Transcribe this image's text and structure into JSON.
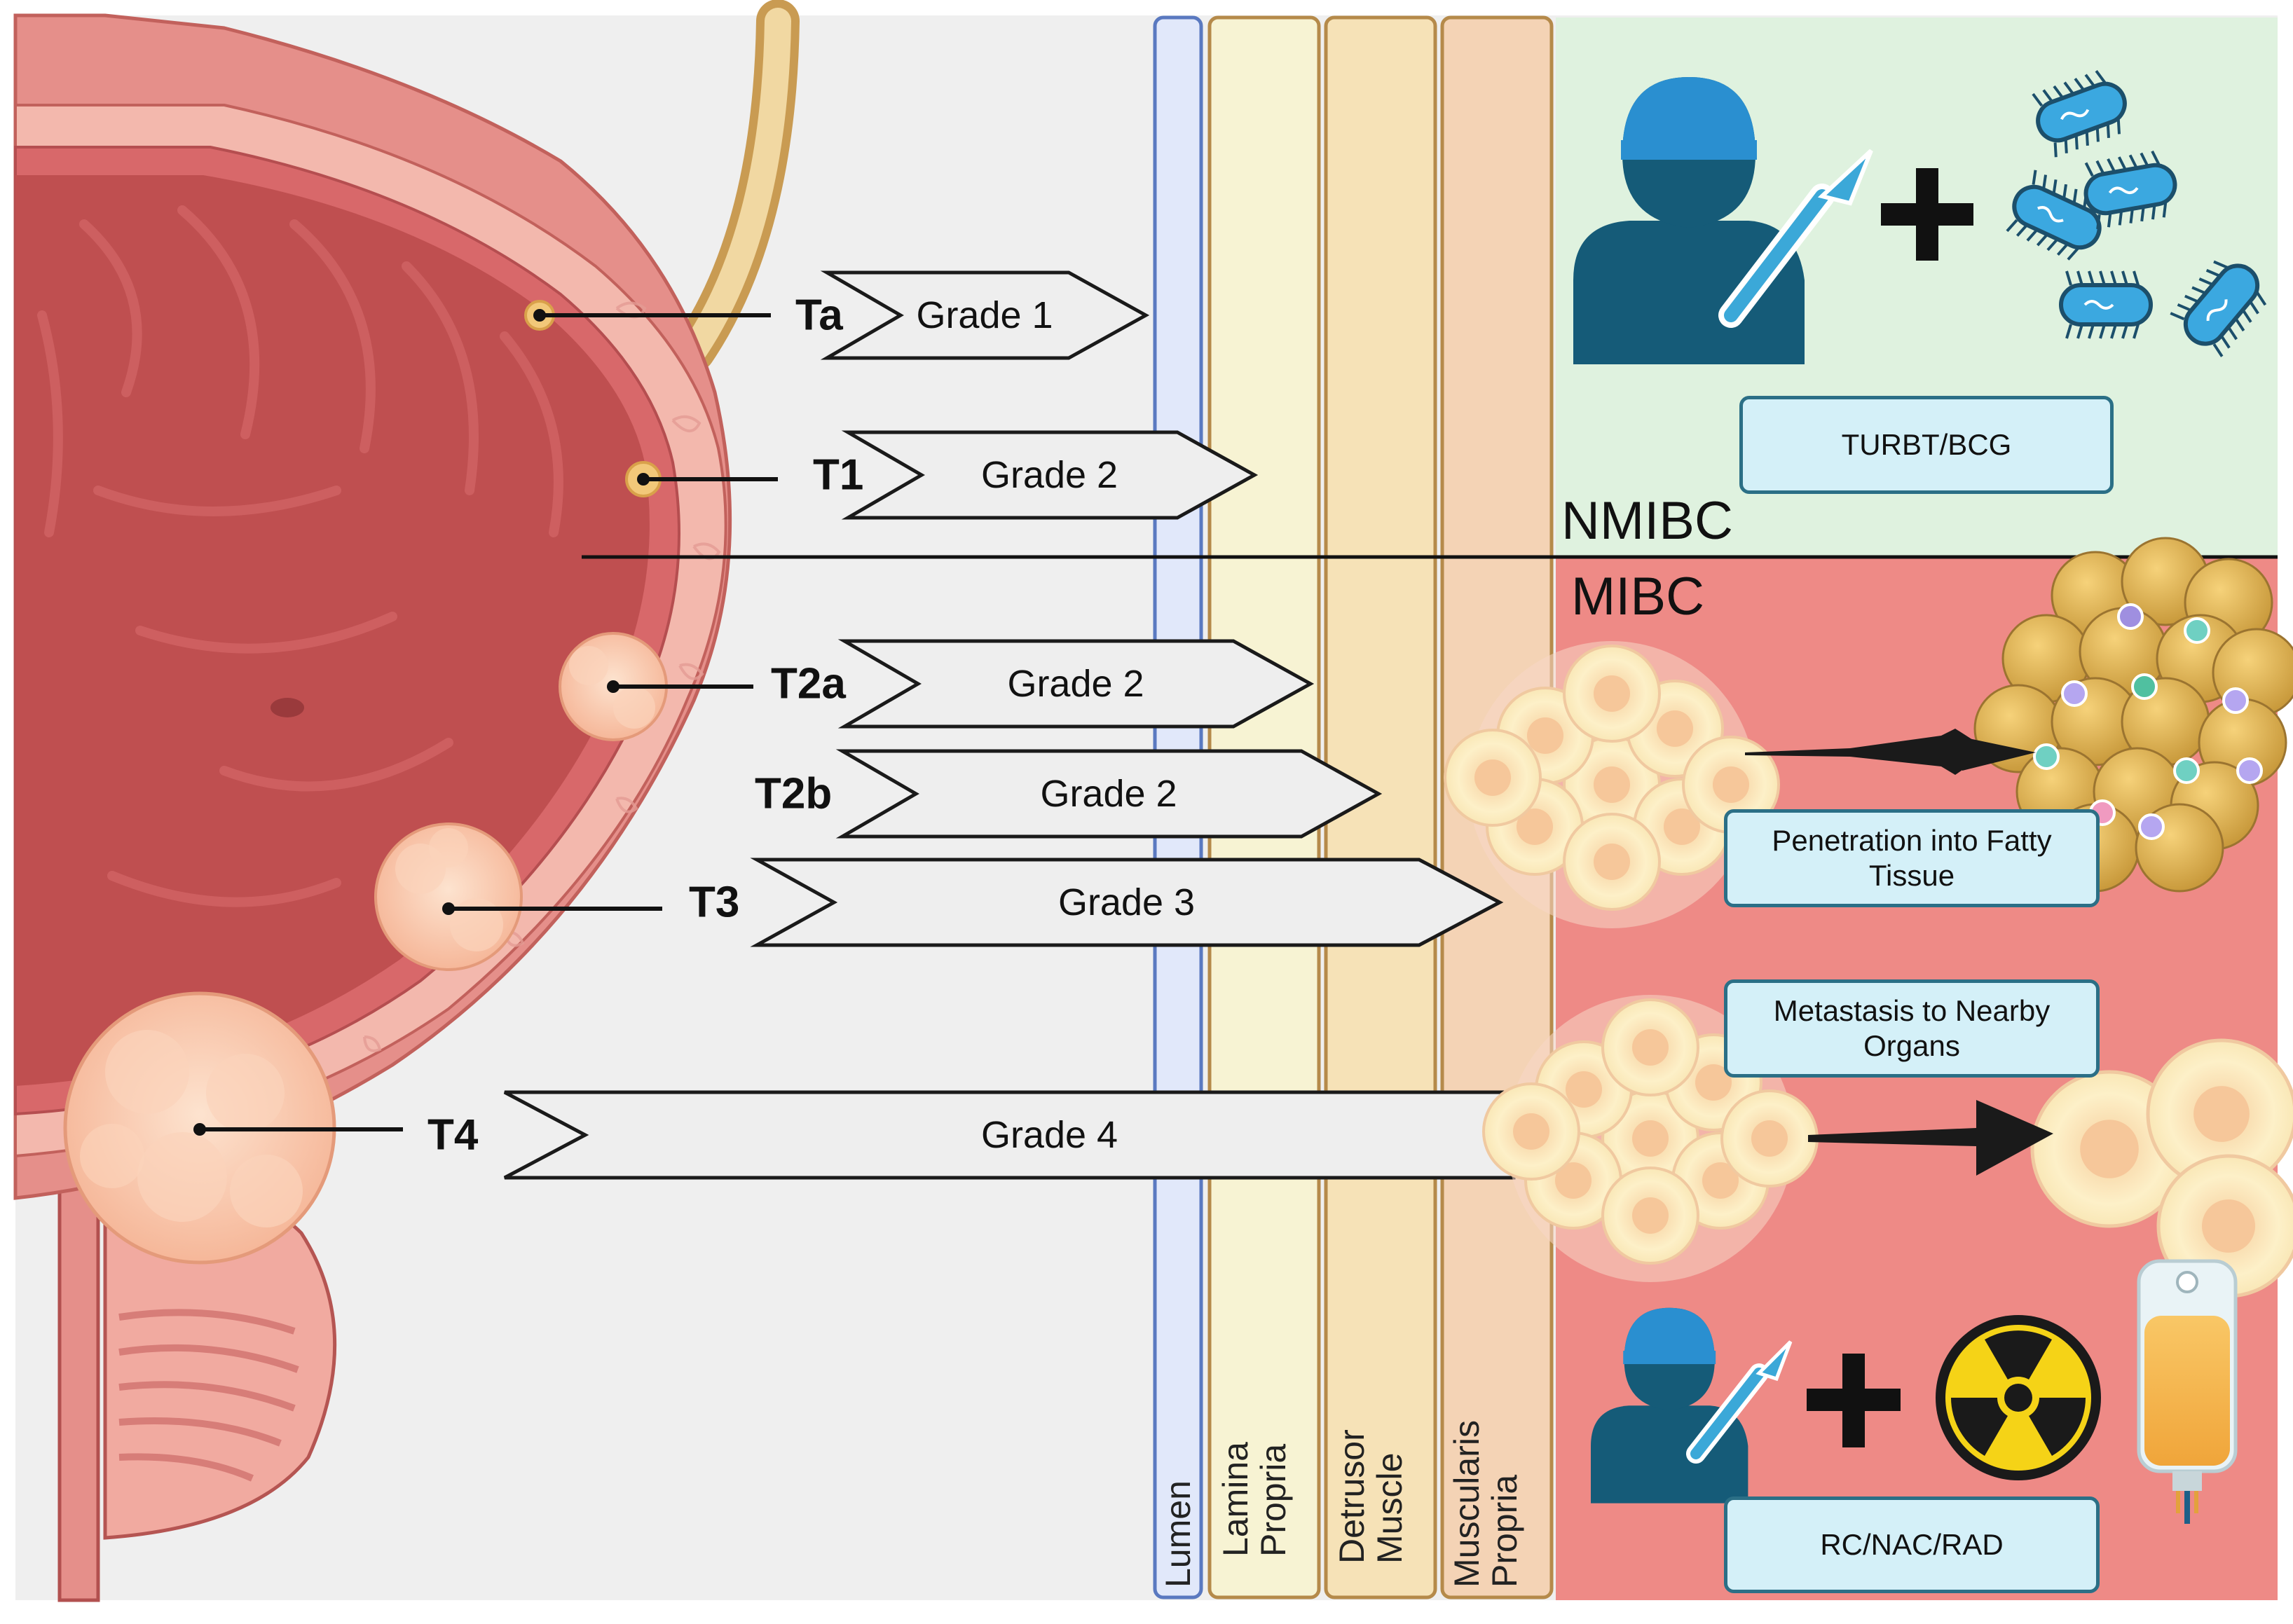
{
  "stages": [
    {
      "stage": "Ta",
      "grade": "Grade 1"
    },
    {
      "stage": "T1",
      "grade": "Grade 2"
    },
    {
      "stage": "T2a",
      "grade": "Grade 2"
    },
    {
      "stage": "T2b",
      "grade": "Grade 2"
    },
    {
      "stage": "T3",
      "grade": "Grade 3"
    },
    {
      "stage": "T4",
      "grade": "Grade 4"
    }
  ],
  "layers": [
    {
      "line1": "Lumen"
    },
    {
      "line1": "Lamina",
      "line2": "Propria"
    },
    {
      "line1": "Detrusor",
      "line2": "Muscle"
    },
    {
      "line1": "Muscularis",
      "line2": "Propria"
    }
  ],
  "nmibc": {
    "title": "NMIBC",
    "treatment": "TURBT/BCG",
    "icons": [
      "surgeon-icon",
      "plus-icon",
      "bacteria-icon"
    ]
  },
  "mibc": {
    "title": "MIBC",
    "penetration": "Penetration into Fatty Tissue",
    "metastasis": "Metastasis to Nearby Organs",
    "treatment": "RC/NAC/RAD",
    "icons": [
      "tumor-cluster-icon",
      "fat-cells-icon",
      "surgeon-icon",
      "plus-icon",
      "radiation-icon",
      "iv-bag-icon"
    ]
  },
  "colors": {
    "background": "#efefef",
    "nmibc_panel": "#dff2df",
    "mibc_panel": "#ee8a86",
    "lumen": "#e1e8fa",
    "lamina_propria": "#f7f3d3",
    "detrusor_muscle": "#f6e2b7",
    "muscularis_propria": "#f4d3b5",
    "bladder_wall": "#e58f8a",
    "bladder_interior": "#bf4f50",
    "surgeon": "#155b78",
    "box_fill": "#d4f0f8"
  }
}
